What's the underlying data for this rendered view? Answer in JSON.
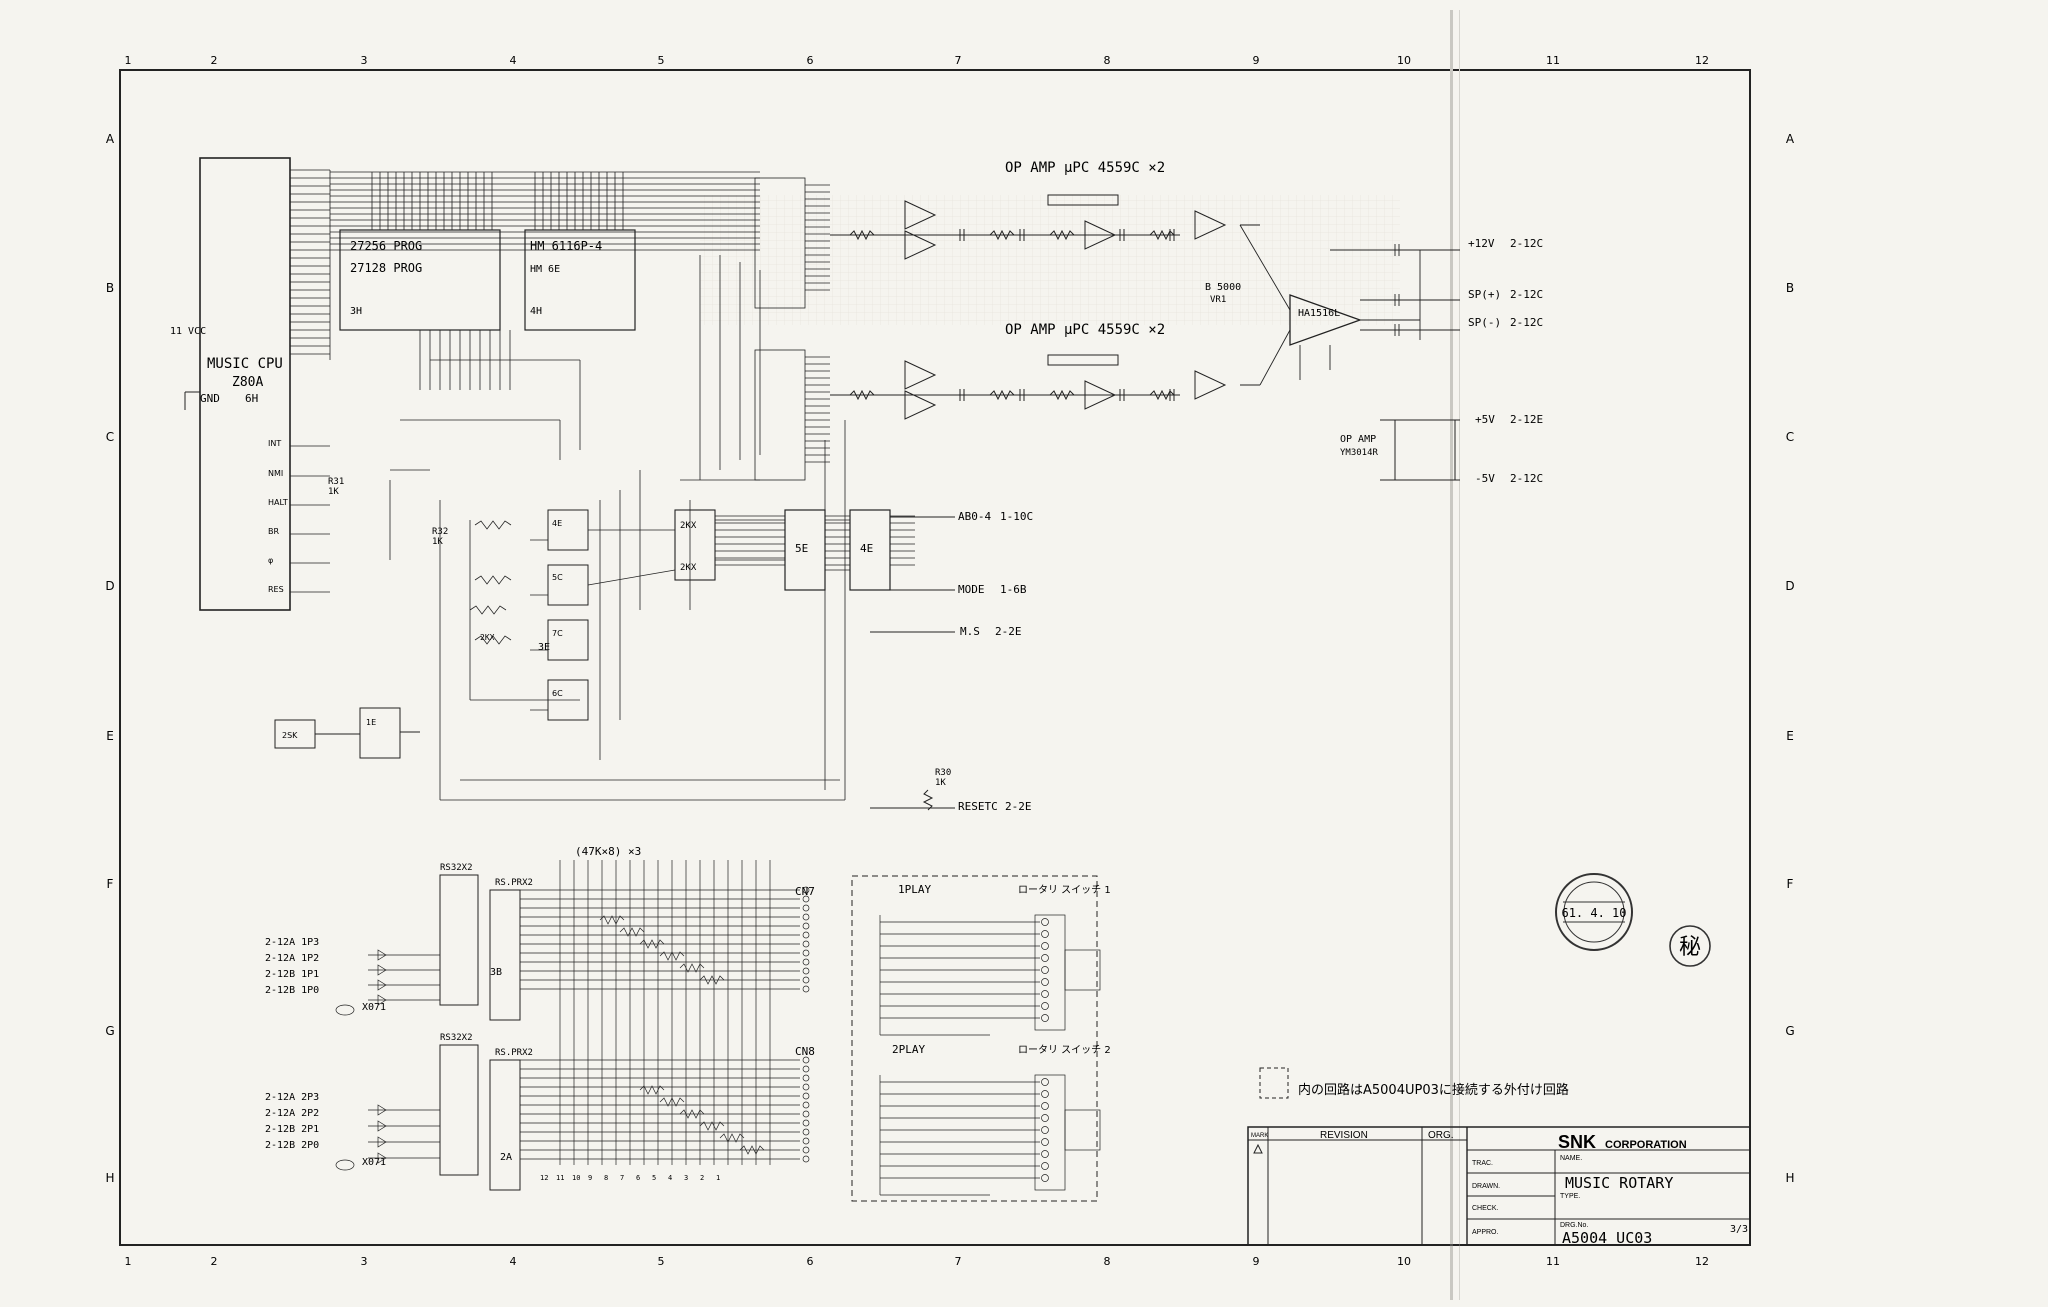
{
  "border": {
    "columns": [
      "1",
      "2",
      "3",
      "4",
      "5",
      "6",
      "7",
      "8",
      "9",
      "10",
      "11",
      "12"
    ],
    "rows": [
      "A",
      "B",
      "C",
      "D",
      "E",
      "F",
      "G",
      "H"
    ]
  },
  "cpu": {
    "title": "MUSIC CPU",
    "part": "Z80A",
    "gnd": "GND",
    "loc": "6H",
    "vcc": "11 VCC",
    "pins_left": [
      "INT",
      "NMI",
      "HALT",
      "BR",
      "φ",
      "RES"
    ],
    "r31": "R31",
    "r31_val": "1K",
    "r32": "R32",
    "r32_val": "1K"
  },
  "rom": {
    "label": "27256 PROG",
    "alt": "27128 PROG",
    "loc": "3H"
  },
  "ram": {
    "label": "HM 6116P-4",
    "alt": "HM 6E",
    "loc": "4H"
  },
  "opamp_top": "OP AMP μPC 4559C ×2",
  "opamp_mid": "OP AMP μPC 4559C ×2",
  "opamp_ps": "OP AMP",
  "opamp_ps_part": "YM3014R",
  "amp_ic": "HA1516L",
  "amp_tag": "B 5000",
  "amp_ref": "VR1",
  "outputs": [
    {
      "label": "+12V",
      "ref": "2-12C"
    },
    {
      "label": "SP(+)",
      "ref": "2-12C"
    },
    {
      "label": "SP(-)",
      "ref": "2-12C"
    },
    {
      "label": "+5V",
      "ref": "2-12E"
    },
    {
      "label": "-5V",
      "ref": "2-12C"
    }
  ],
  "signals": [
    {
      "label": "AB0-4",
      "ref": "1-10C"
    },
    {
      "label": "MODE",
      "ref": "1-6B"
    },
    {
      "label": "M.S",
      "ref": "2-2E"
    },
    {
      "label": "RESETC",
      "ref": "2-2E"
    }
  ],
  "latches": {
    "a": "5E",
    "b": "4E",
    "c": "3E"
  },
  "gates": [
    "2KX",
    "2KX",
    "4E",
    "5C",
    "7C",
    "6C",
    "2KX"
  ],
  "r30": "R30",
  "r30_val": "1K",
  "clock": {
    "label": "2SK",
    "loc": "1E"
  },
  "resnet": "(47K×8) ×3",
  "buffers_p1": {
    "label": "RS32X2",
    "loc": "3B"
  },
  "buffers_p2": {
    "label": "RS32X2",
    "loc": "2A"
  },
  "resarr_1": "RS.PRX2",
  "resarr_2": "RS.PRX2",
  "p1_inputs": [
    "2-12A 1P3",
    "2-12A 1P2",
    "2-12B 1P1",
    "2-12B 1P0"
  ],
  "p2_inputs": [
    "2-12A 2P3",
    "2-12A 2P2",
    "2-12B 2P1",
    "2-12B 2P0"
  ],
  "x071_1": "X071",
  "x071_2": "X071",
  "connectors": {
    "cn7": "CN7",
    "cn8": "CN8"
  },
  "play1": {
    "label": "1PLAY",
    "switch": "ロータリ スイッチ 1"
  },
  "play2": {
    "label": "2PLAY",
    "switch": "ロータリ スイッチ 2"
  },
  "pin_numbers": [
    "12",
    "11",
    "10",
    "9",
    "8",
    "7",
    "6",
    "5",
    "4",
    "3",
    "2",
    "1"
  ],
  "note": "内の回路はA5004UP03に接続する外付け回路",
  "stamp": {
    "date": "61. 4. 10",
    "mark": "秘"
  },
  "titleblock": {
    "mark": "MARK",
    "revision": "REVISION",
    "org": "ORG.",
    "company": "SNK",
    "company_suffix": "CORPORATION",
    "trac": "TRAC.",
    "drawn": "DRAWN.",
    "check": "CHECK.",
    "appro": "APPRO.",
    "name_label": "NAME.",
    "name": "MUSIC ROTARY",
    "type_label": "TYPE.",
    "drg_label": "DRG.No.",
    "drg": "A5004 UC03",
    "sheet": "3/3"
  }
}
